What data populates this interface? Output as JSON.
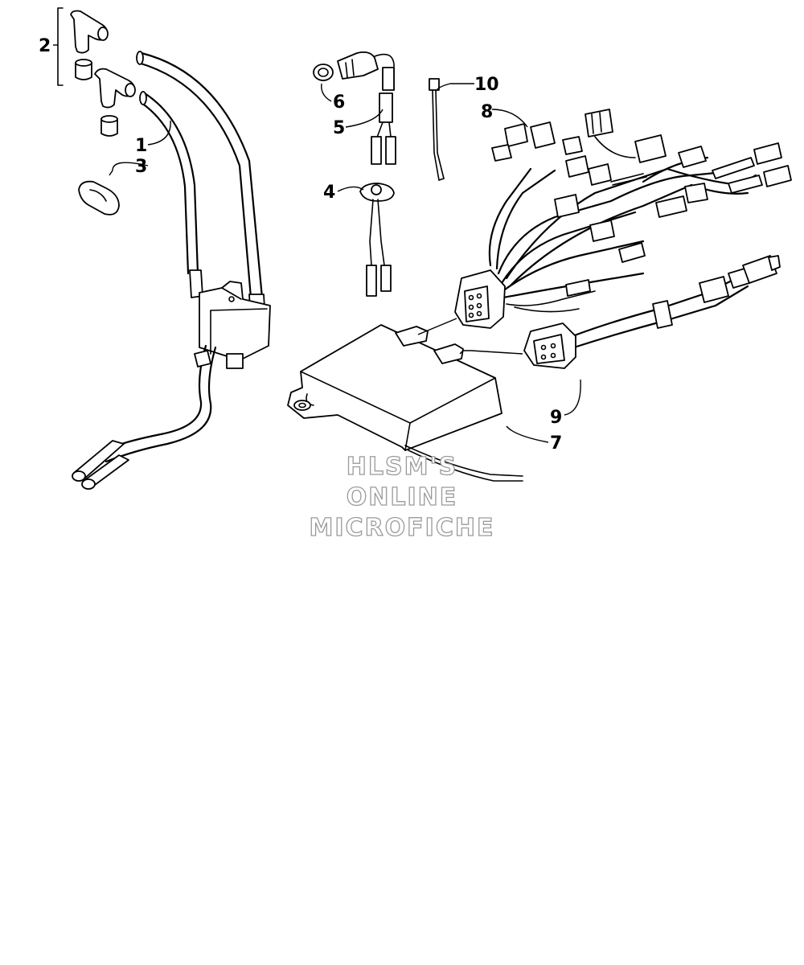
{
  "callouts": [
    {
      "id": "1",
      "label": "1"
    },
    {
      "id": "2",
      "label": "2"
    },
    {
      "id": "3",
      "label": "3"
    },
    {
      "id": "4",
      "label": "4"
    },
    {
      "id": "5",
      "label": "5"
    },
    {
      "id": "6",
      "label": "6"
    },
    {
      "id": "7",
      "label": "7"
    },
    {
      "id": "8",
      "label": "8"
    },
    {
      "id": "9",
      "label": "9"
    },
    {
      "id": "10",
      "label": "10"
    }
  ],
  "watermark": {
    "line1": "HLSM'S",
    "line2": "ONLINE",
    "line3": "MICROFICHE"
  }
}
